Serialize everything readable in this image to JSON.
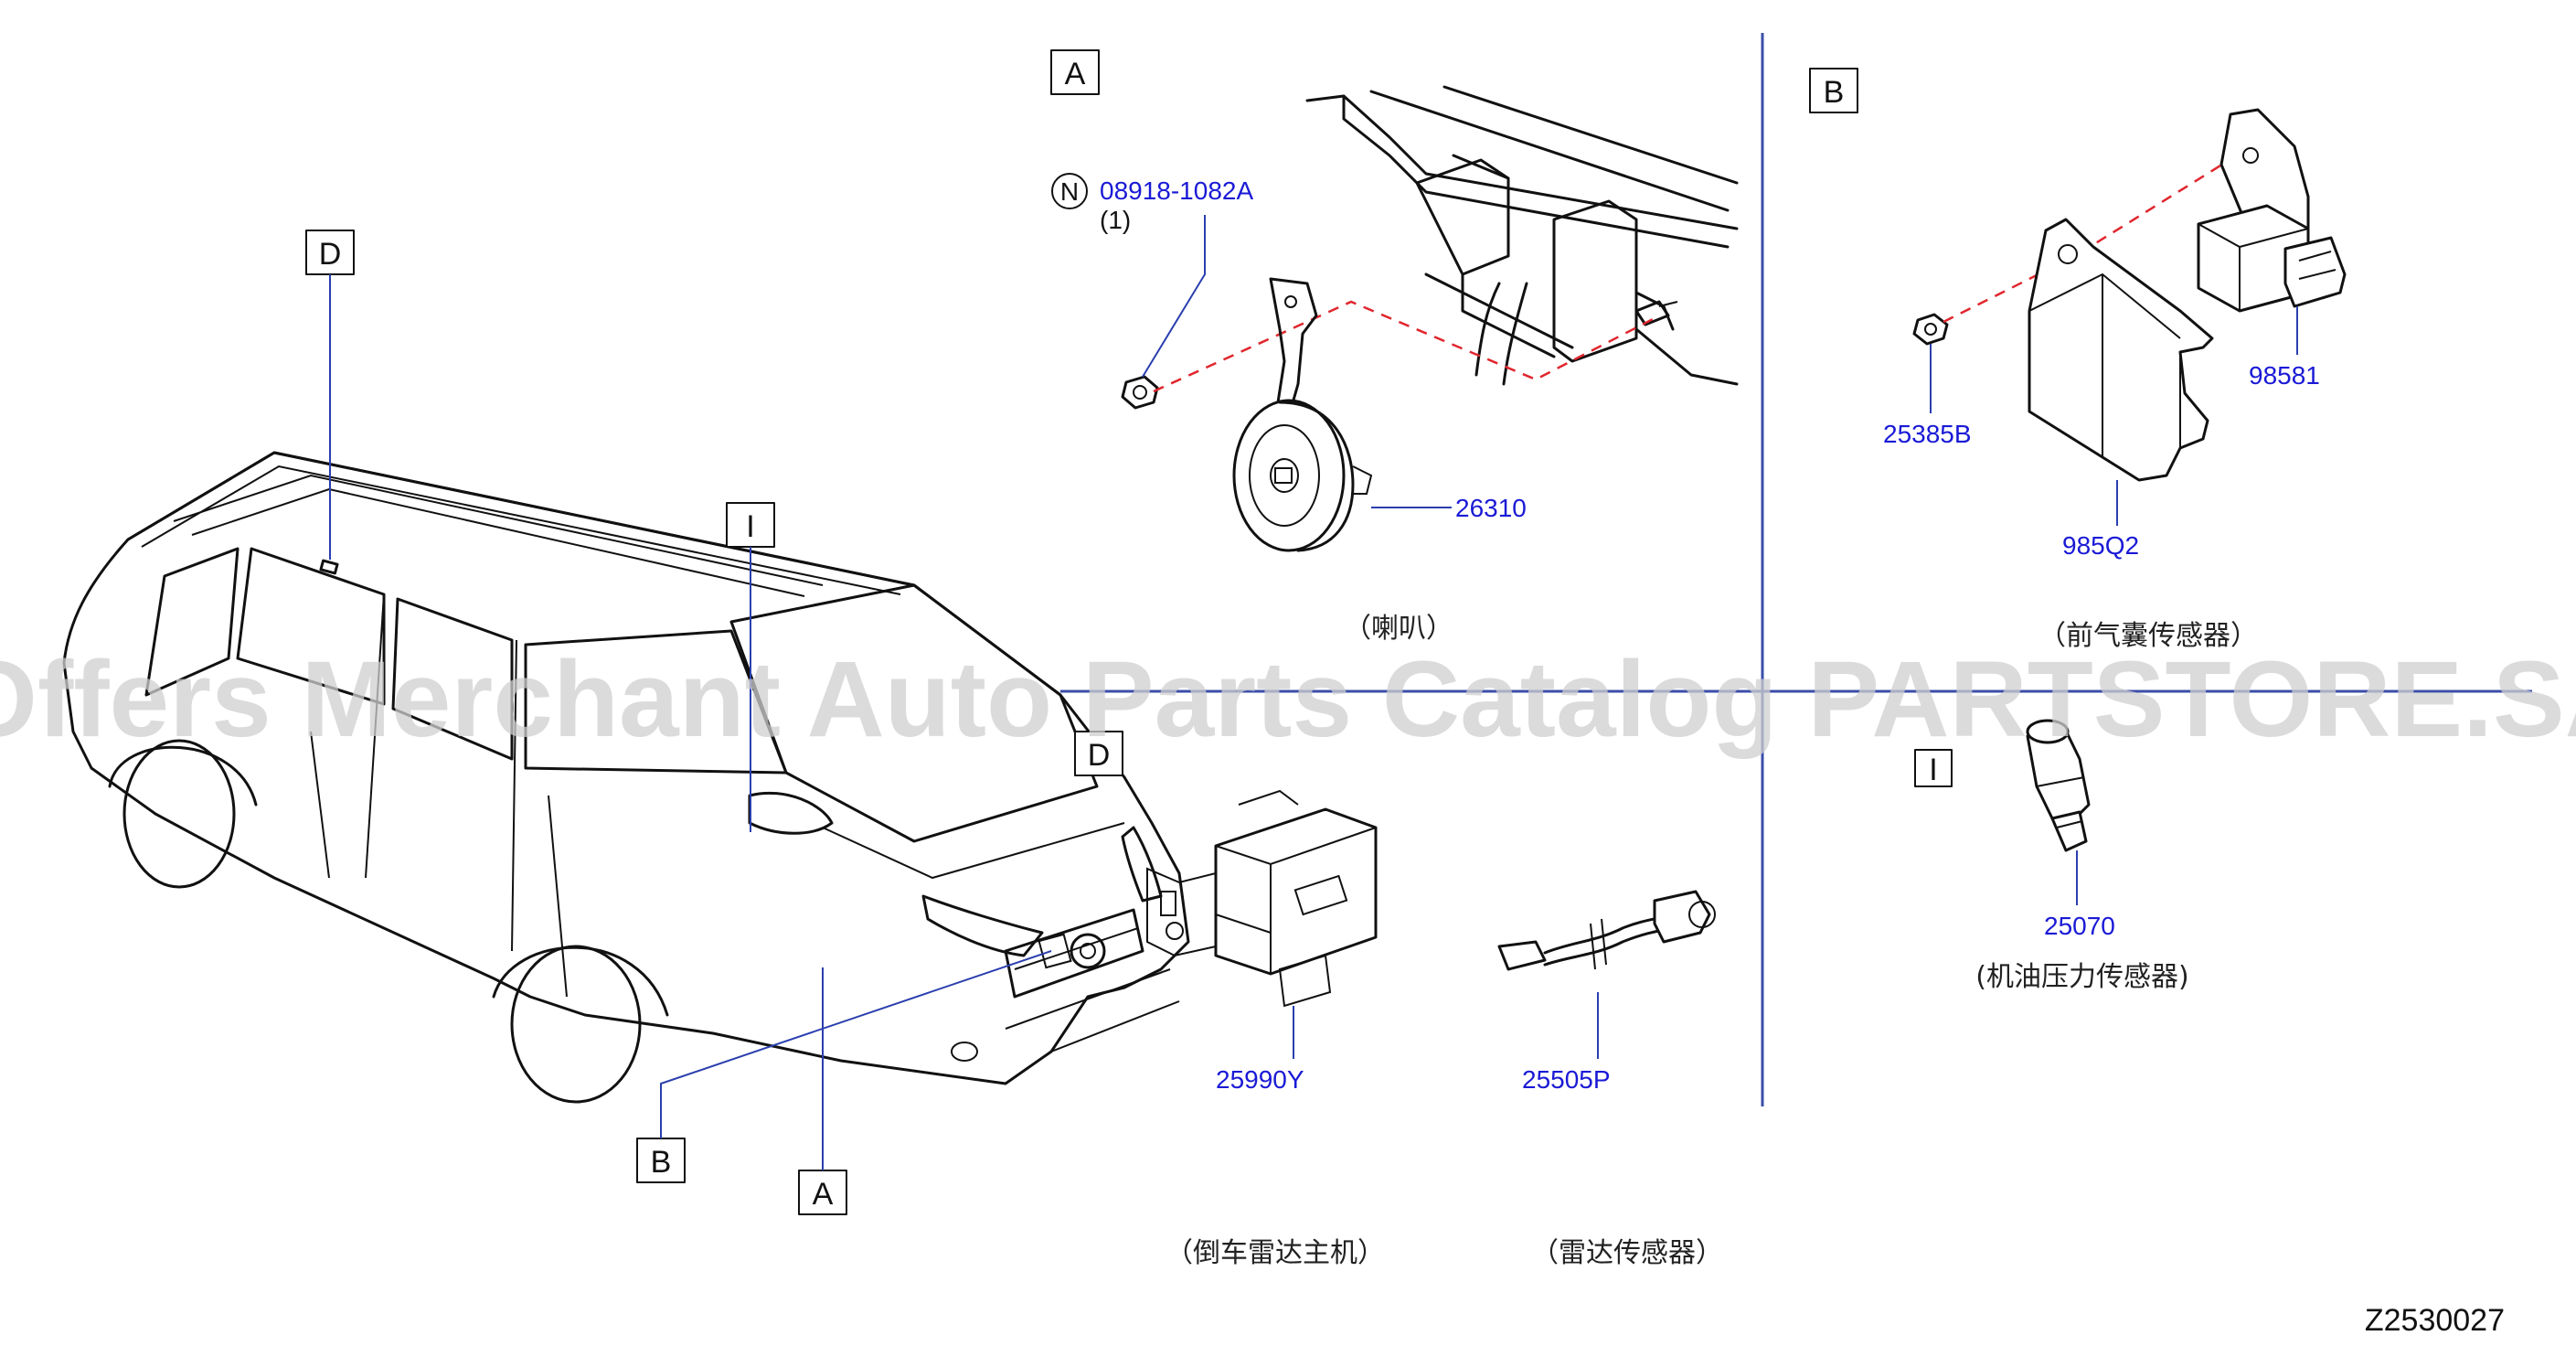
{
  "sections": {
    "A": {
      "box_label": "A",
      "nut_symbol": "N",
      "nut_part": "08918-1082A",
      "nut_qty": "(1)",
      "horn_part": "26310",
      "caption": "（喇叭）"
    },
    "B": {
      "box_label": "B",
      "nut_part": "25385B",
      "sensor_part": "98581",
      "bracket_part": "985Q2",
      "caption": "（前气囊传感器）"
    },
    "D": {
      "box_label": "D",
      "module_part": "25990Y",
      "sensor_part": "25505P",
      "module_caption": "（倒车雷达主机）",
      "sensor_caption": "（雷达传感器）"
    },
    "I": {
      "box_label": "I",
      "switch_part": "25070",
      "caption": "(机油压力传感器)"
    }
  },
  "vehicle_callouts": {
    "D": "D",
    "I": "I",
    "B": "B",
    "A": "A"
  },
  "watermark": "Offers Merchant Auto Parts Catalog PARTSTORE.SA",
  "diagram_code": "Z2530027",
  "colors": {
    "part_number": "#1a1ad6",
    "leader": "#2a3fae",
    "dashed_guide": "#e0262d",
    "divider": "#3b4ea8"
  }
}
